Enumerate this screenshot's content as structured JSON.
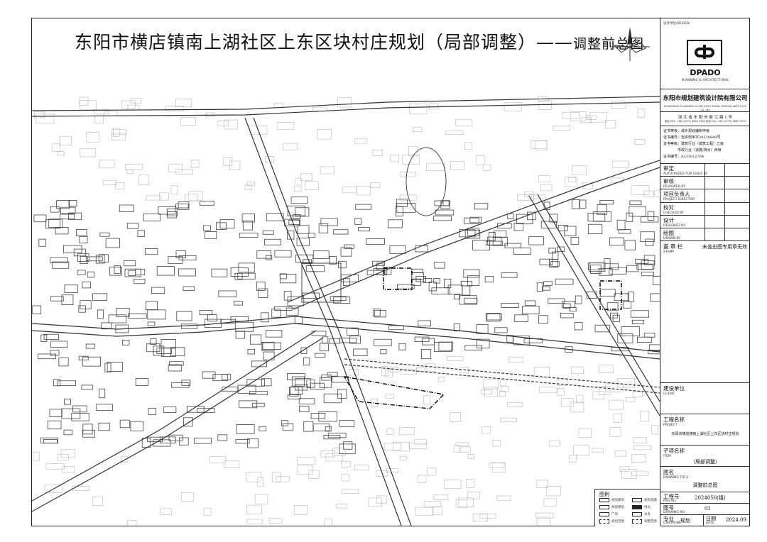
{
  "title": {
    "main": "东阳市横店镇南上湖社区上东区块村庄规划（局部调整）",
    "dash": "——",
    "sub": "调整前总图"
  },
  "title_block": {
    "design_stamp": "设计单位/DESIGN",
    "logo_text": "DPADO",
    "logo_sub": "PLANNING & ARCHITECTURAL",
    "company": "东阳市规划建筑设计院有限公司",
    "company_en": "DONGYANG PLANNING & ARCHITECTURAL DESIGN INSTITUTE Co.,Ltd",
    "address": "浙 江 省 东 阳 市 新 江 路 1 号",
    "contact": "电话 Tele. +86 (0579) 8660 9580  传真 Fax. +86 (0579) 8660 9570",
    "certs": [
      "证书等级：城乡规划编制甲级",
      "证书编号：自资规甲字24330840号",
      "证书等级：建筑行业（建筑工程）乙级",
      "市政行业（道路/排水）丙级",
      "证书编号：A233012764"
    ],
    "roles": [
      {
        "cn": "审定",
        "en": "AUTHORIZED FOR ISSUE BY"
      },
      {
        "cn": "审核",
        "en": "REVIEWED BY"
      },
      {
        "cn": "项目负责人",
        "en": "PROJECT DIRECTOR"
      },
      {
        "cn": "校对",
        "en": "CHECKED BY"
      },
      {
        "cn": "设计",
        "en": "DESIGNED BY"
      },
      {
        "cn": "绘图",
        "en": "DRAWN BY"
      }
    ],
    "stamp": {
      "cn": "盖 章 栏",
      "en": "STAMP",
      "note": "未盖出图专用章无效"
    },
    "client": {
      "cn": "建设单位",
      "en": "CLIENT"
    },
    "project": {
      "cn": "工程名称",
      "en": "PROJECT",
      "value": "东阳市横店镇南上湖社区上东区块村庄规划"
    },
    "item": {
      "cn": "子项名称",
      "en": "ITEM",
      "value": "（局部调整）"
    },
    "drawing_title": {
      "cn": "图名",
      "en": "DRAWING TITLE",
      "value": "调整前总图"
    },
    "project_no": {
      "cn": "工程号",
      "en": "PRO NO.",
      "value": "2024056(镇)"
    },
    "drawing_no": {
      "cn": "图号",
      "en": "DRAWING NO.",
      "value": "01"
    },
    "discipline": {
      "cn": "专业",
      "en": "DISCIPLINE",
      "value": "规划"
    },
    "date": {
      "cn": "日期",
      "en": "DATE",
      "value": "2024.09"
    }
  },
  "legend": {
    "title": "图例",
    "items": [
      "规划建筑",
      "规划道路",
      "保留建筑",
      "绿化",
      "广场",
      "水系",
      "规划范围",
      "调整范围"
    ]
  }
}
